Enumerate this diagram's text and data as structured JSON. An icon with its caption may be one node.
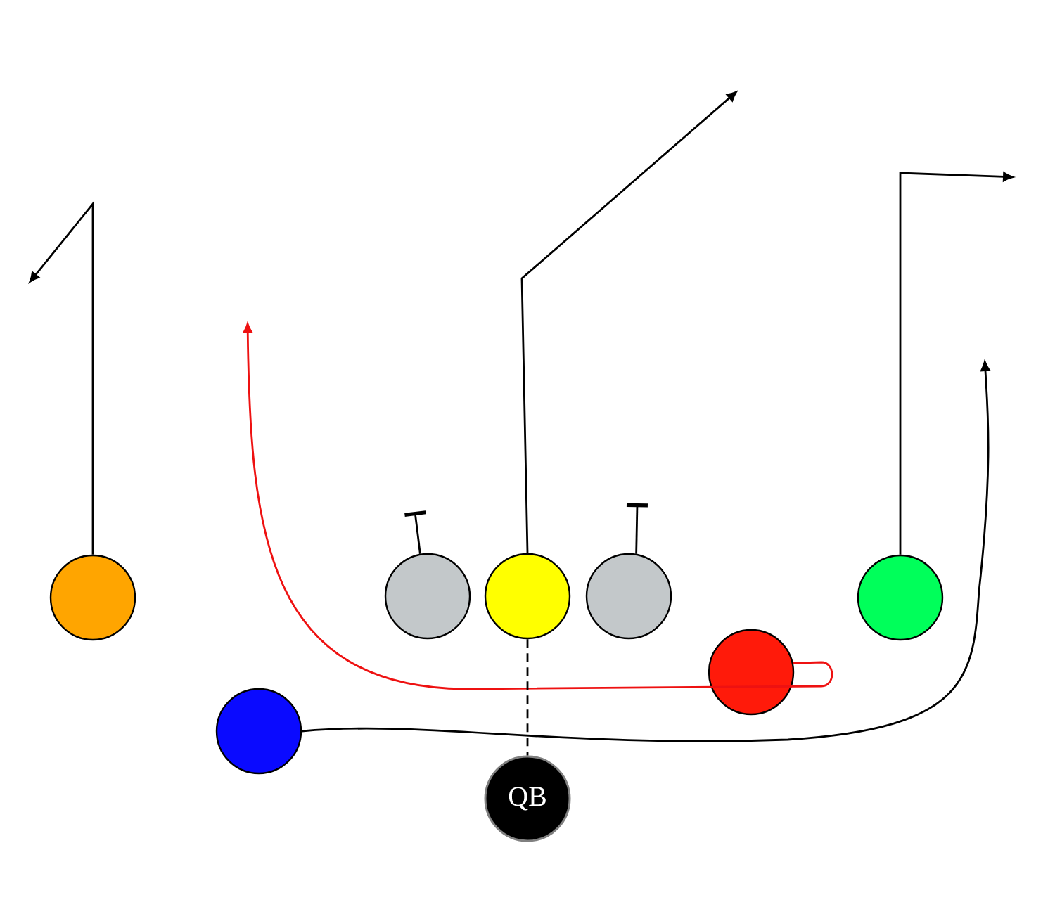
{
  "diagram": {
    "nodes": [
      {
        "text": [],
        "shape": "circle"
      },
      {
        "text": [],
        "shape": "circle"
      },
      {
        "text": [],
        "shape": "circle"
      },
      {
        "text": [],
        "shape": "circle"
      },
      {
        "text": [],
        "shape": "circle"
      },
      {
        "text": [],
        "shape": "circle"
      },
      {
        "text": [],
        "shape": "circle"
      },
      {
        "text": [
          "QB"
        ]
      }
    ],
    "edges": [
      {
        "from": 0,
        "to": null,
        "arrow": "to"
      },
      {
        "from": 1,
        "to": null,
        "arrow": "other"
      },
      {
        "from": 2,
        "to": null,
        "arrow": "to"
      },
      {
        "from": 3,
        "to": null,
        "arrow": "other"
      },
      {
        "from": 4,
        "to": null,
        "arrow": "to"
      },
      {
        "from": 5,
        "to": null,
        "arrow": "to",
        "color": "#ee1111"
      },
      {
        "from": 6,
        "to": null,
        "arrow": "to"
      },
      {
        "from": 2,
        "to": 7,
        "arrow": "none",
        "style": "dashed"
      }
    ]
  }
}
